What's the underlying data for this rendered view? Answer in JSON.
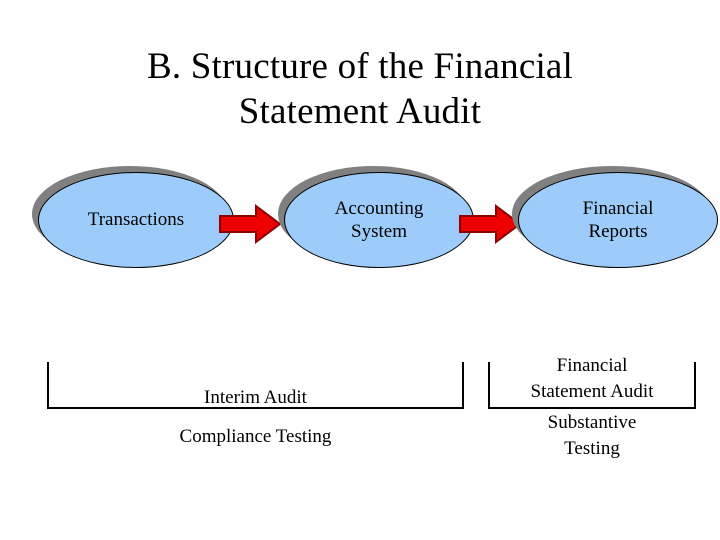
{
  "slide": {
    "title": "B.  Structure of the Financial\nStatement Audit",
    "background_color": "#ffffff"
  },
  "colors": {
    "node_fill": "#9DCCFA",
    "node_border": "#000000",
    "node_shadow": "#808080",
    "arrow_fill": "#EE0000",
    "arrow_border": "#8B0000",
    "text": "#000000",
    "bracket": "#000000"
  },
  "flow": {
    "nodes": [
      {
        "id": "transactions",
        "label": "Transactions",
        "shape": "ellipse"
      },
      {
        "id": "accounting-system",
        "label": "Accounting\nSystem",
        "shape": "ellipse"
      },
      {
        "id": "financial-reports",
        "label": "Financial\nReports",
        "shape": "ellipse"
      }
    ],
    "arrows": [
      {
        "id": "arrow-1",
        "from": "transactions",
        "to": "accounting-system",
        "direction": "right"
      },
      {
        "id": "arrow-2",
        "from": "accounting-system",
        "to": "financial-reports",
        "direction": "right"
      }
    ]
  },
  "annotations": {
    "left_bracket": {
      "span_label": "Interim Audit",
      "sub_label": "Compliance Testing"
    },
    "right_bracket": {
      "span_label": "Financial\nStatement Audit",
      "sub_label": "Substantive\nTesting"
    }
  }
}
